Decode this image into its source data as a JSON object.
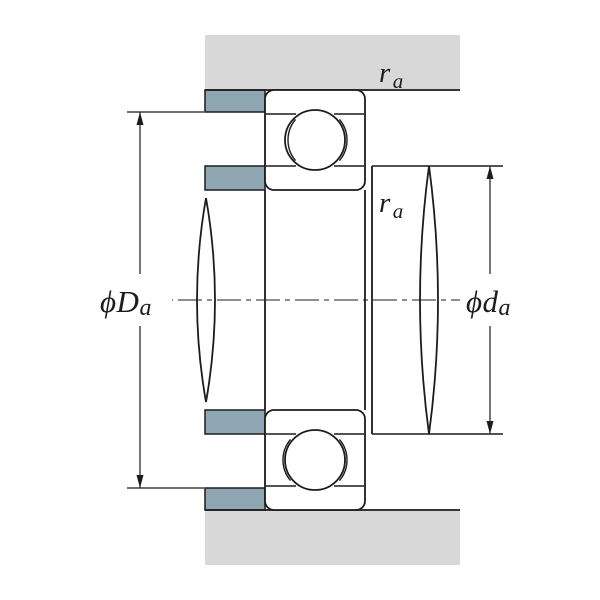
{
  "colors": {
    "background": "#ffffff",
    "housing": "#d8d8d8",
    "shoulder": "#8fa6b3",
    "line": "#1c1c1c"
  },
  "labels": {
    "Da": {
      "phi": "ϕ",
      "letter": "D",
      "sub": "a"
    },
    "da": {
      "phi": "ϕ",
      "letter": "d",
      "sub": "a"
    },
    "ra_top": {
      "letter": "r",
      "sub": "a"
    },
    "ra_mid": {
      "letter": "r",
      "sub": "a"
    }
  }
}
